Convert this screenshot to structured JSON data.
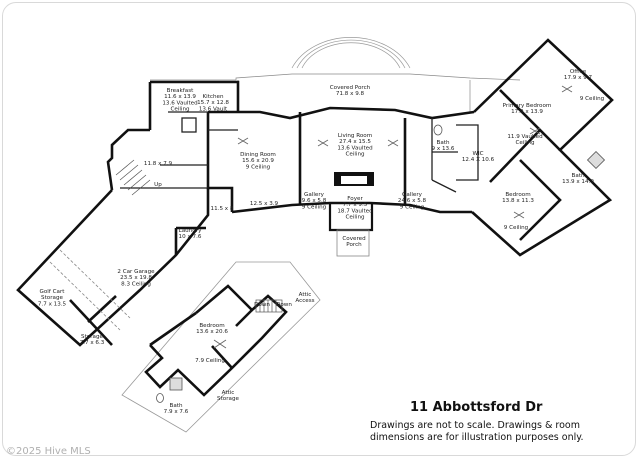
{
  "address": "11 Abbottsford Dr",
  "disclaimer": [
    "Drawings are not to scale. Drawings & room",
    "dimensions are for illustration purposes only."
  ],
  "watermark": "©2025 Hive MLS",
  "rooms": [
    {
      "id": "covered-porch-rear",
      "lines": [
        "Covered Porch",
        "71.8 x 9.8"
      ]
    },
    {
      "id": "breakfast",
      "lines": [
        "Breakfast",
        "11.6 x 13.9",
        "13.6 Vaulted",
        "Ceiling"
      ]
    },
    {
      "id": "kitchen",
      "lines": [
        "Kitchen",
        "15.7 x 12.8",
        "13.6 Vault"
      ]
    },
    {
      "id": "dining-room",
      "lines": [
        "Dining Room",
        "15.6 x 20.9",
        "9 Ceiling"
      ]
    },
    {
      "id": "living-room",
      "lines": [
        "Living Room",
        "27.4 x 15.5",
        "13.6 Vaulted",
        "Ceiling"
      ]
    },
    {
      "id": "office",
      "lines": [
        "Office",
        "17.9 x 9.7"
      ]
    },
    {
      "id": "office-ceiling",
      "lines": [
        "9 Ceiling"
      ]
    },
    {
      "id": "primary-bedroom",
      "lines": [
        "Primary Bedroom",
        "17.9 x 13.9"
      ]
    },
    {
      "id": "primary-bedroom-ceiling",
      "lines": [
        "11.9 Vaulted",
        "Ceiling"
      ]
    },
    {
      "id": "bath-hall",
      "lines": [
        "Bath",
        "9 x 13.6"
      ]
    },
    {
      "id": "wic",
      "lines": [
        "WIC",
        "12.4 X 10.6"
      ]
    },
    {
      "id": "bath-primary",
      "lines": [
        "Bath",
        "13.9 x 14.9"
      ]
    },
    {
      "id": "bedroom-main",
      "lines": [
        "Bedroom",
        "13.8 x 11.3"
      ]
    },
    {
      "id": "bedroom-main-ceiling",
      "lines": [
        "9 Ceiling"
      ]
    },
    {
      "id": "hall-11-8",
      "lines": [
        "11.8 x 7.9"
      ]
    },
    {
      "id": "gallery-left",
      "lines": [
        "Gallery",
        "9.6 x 5.8",
        "9 Ceiling"
      ]
    },
    {
      "id": "foyer",
      "lines": [
        "Foyer",
        "7.7 x 9.5",
        "18.7 Vaulted",
        "Ceiling"
      ]
    },
    {
      "id": "gallery-right",
      "lines": [
        "Gallery",
        "24.6 x 5.8",
        "9 Ceiling"
      ]
    },
    {
      "id": "hall-11-5",
      "lines": [
        "11.5 x 8"
      ]
    },
    {
      "id": "hall-12-5",
      "lines": [
        "12.5 x 3.9"
      ]
    },
    {
      "id": "covered-porch-front",
      "lines": [
        "Covered",
        "Porch"
      ]
    },
    {
      "id": "laundry",
      "lines": [
        "Laundry",
        "10 x 7.6"
      ]
    },
    {
      "id": "garage",
      "lines": [
        "2 Car Garage",
        "23.5 x 19.8",
        "8.3 Ceiling"
      ]
    },
    {
      "id": "golf-cart",
      "lines": [
        "Golf Cart",
        "Storage",
        "7.7 x 13.5"
      ]
    },
    {
      "id": "storage",
      "lines": [
        "Storage",
        "7.7 x 6.3"
      ]
    },
    {
      "id": "bedroom-upper",
      "lines": [
        "Bedroom",
        "13.6 x 20.6"
      ]
    },
    {
      "id": "bedroom-upper-ceiling",
      "lines": [
        "7.9 Ceiling"
      ]
    },
    {
      "id": "attic-access",
      "lines": [
        "Attic",
        "Access"
      ]
    },
    {
      "id": "attic-storage",
      "lines": [
        "Attic",
        "Storage"
      ]
    },
    {
      "id": "bath-upper",
      "lines": [
        "Bath",
        "7.9 x 7.6"
      ]
    }
  ],
  "stair_labels": [
    "Down",
    "Down"
  ],
  "stair_up_label": "Up"
}
